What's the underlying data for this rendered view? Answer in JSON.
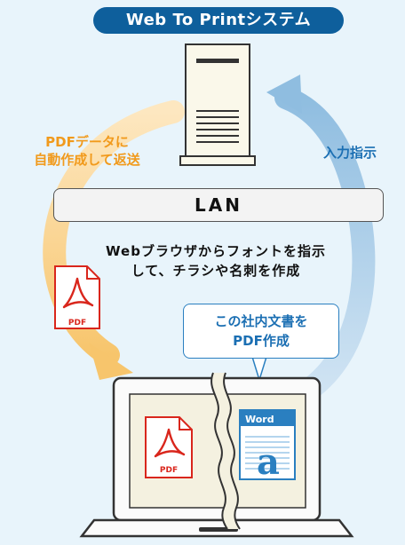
{
  "title": "Web To Printシステム",
  "server": {
    "name": "server-icon"
  },
  "left_arrow_label": [
    "PDFデータに",
    "自動作成して返送"
  ],
  "right_arrow_label": "入力指示",
  "lan_label": "LAN",
  "description": [
    "Webブラウザからフォントを指示",
    "して、チラシや名刺を作成"
  ],
  "callout": [
    "この社内文書を",
    "PDF作成"
  ],
  "pdf_icon_label": "PDF",
  "word_doc": {
    "label": "Word",
    "glyph": "a"
  },
  "colors": {
    "background": "#e8f4fb",
    "title_bg": "#0e5f9c",
    "orange_accent": "#f19a1c",
    "blue_accent": "#1b6fb3",
    "pdf_red": "#d9261c"
  }
}
